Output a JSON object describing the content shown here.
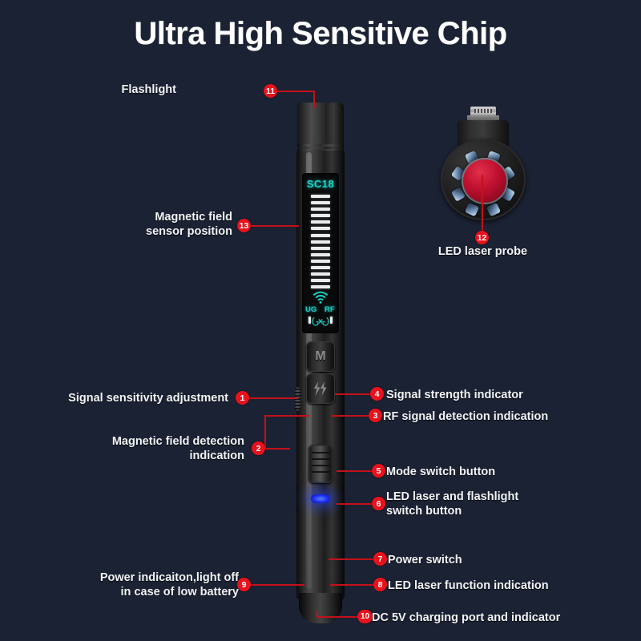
{
  "page": {
    "title": "Ultra High Sensitive Chip",
    "background_color": "#1b2233",
    "accent_color": "#e8121d",
    "label_color": "#f2f4f8",
    "screen_accent_color": "#19d9cc"
  },
  "device": {
    "name": "anti-spy-detector-pen",
    "screen": {
      "model_text": "SC18",
      "signal_bars": 15,
      "left_mode_label": "UG",
      "right_mode_label": "RF",
      "wifi_icon": "wifi-signal-icon",
      "magnet_icon": "magnet-icon"
    },
    "buttons": {
      "mode_button_label": "M",
      "laser_button_icon": "double-lightning-bolt-icon",
      "power_switch_icon": "slider-switch-icon"
    },
    "indicators": {
      "power_led_color": "#1a2ef0",
      "charging_port": "dc-5v-charging-port"
    }
  },
  "probe": {
    "name": "led-laser-probe",
    "connector": "micro-usb-connector",
    "lens_color": "#c01030",
    "led_count": 8
  },
  "callouts": [
    {
      "number": "1",
      "text": "Signal sensitivity adjustment",
      "side": "left"
    },
    {
      "number": "2",
      "text": "Magnetic field detection\nindication",
      "side": "left"
    },
    {
      "number": "3",
      "text": "RF signal detection indication",
      "side": "right"
    },
    {
      "number": "4",
      "text": "Signal strength indicator",
      "side": "right"
    },
    {
      "number": "5",
      "text": "Mode switch button",
      "side": "right"
    },
    {
      "number": "6",
      "text": "LED laser and flashlight\nswitch button",
      "side": "right"
    },
    {
      "number": "7",
      "text": "Power switch",
      "side": "right"
    },
    {
      "number": "8",
      "text": "LED laser function indication",
      "side": "right"
    },
    {
      "number": "9",
      "text": "Power indicaiton,light off\nin case of low battery",
      "side": "left"
    },
    {
      "number": "10",
      "text": "DC 5V charging port and indicator",
      "side": "right"
    },
    {
      "number": "11",
      "text": "Flashlight",
      "side": "left"
    },
    {
      "number": "12",
      "text": "LED laser probe",
      "side": "center"
    },
    {
      "number": "13",
      "text": "Magnetic field\nsensor position",
      "side": "left"
    }
  ]
}
